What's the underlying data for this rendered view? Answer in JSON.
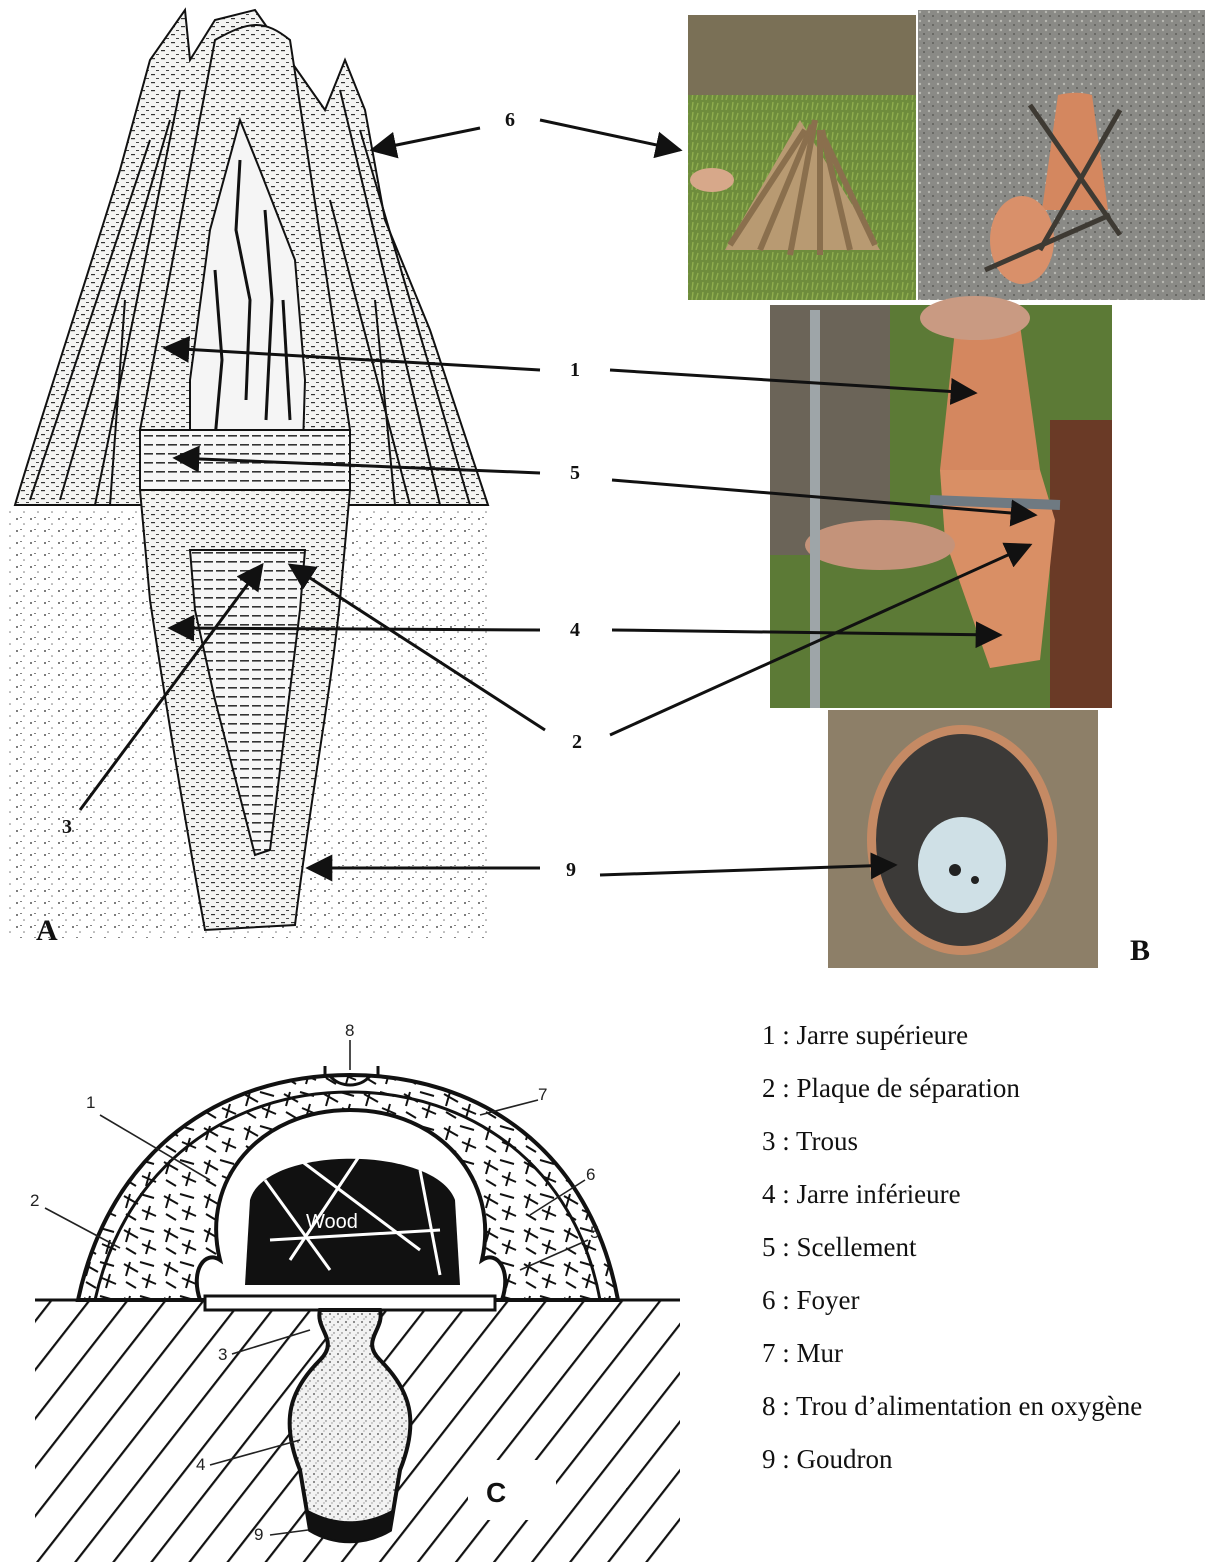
{
  "panel_a": {
    "letter": "A"
  },
  "panel_b": {
    "letter": "B"
  },
  "panel_c": {
    "letter": "C",
    "wood_label": "Wood"
  },
  "callouts": [
    "6",
    "1",
    "5",
    "4",
    "2",
    "3",
    "9"
  ],
  "diagram_c_numbers": [
    "1",
    "2",
    "3",
    "4",
    "5",
    "6",
    "7",
    "8",
    "9"
  ],
  "legend": [
    "1 : Jarre supérieure",
    "2 : Plaque de séparation",
    "3 : Trous",
    "4 : Jarre inférieure",
    "5 : Scellement",
    "6 : Foyer",
    "7 : Mur",
    "8 : Trou d’alimentation en oxygène",
    "9 : Goudron"
  ],
  "colors": {
    "terracotta": "#d4875f",
    "grass": "#6e8c3c",
    "ash": "#8a8a86",
    "ink": "#111111"
  }
}
